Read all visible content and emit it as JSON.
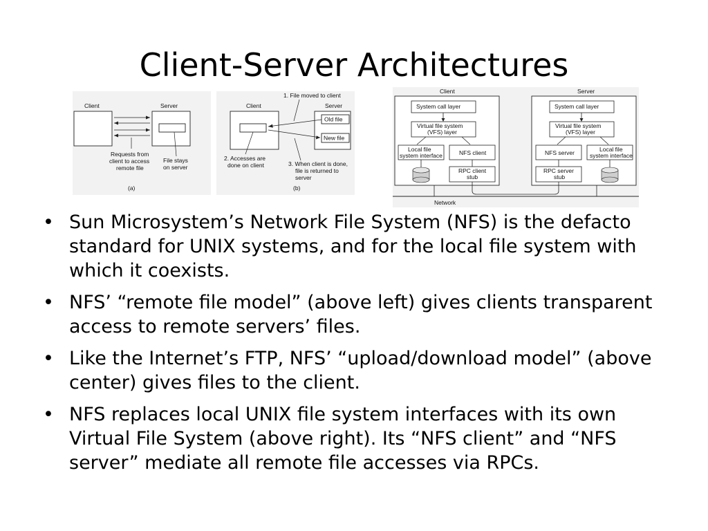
{
  "slide": {
    "title": "Client-Server Architectures",
    "bullets": [
      "Sun Microsystem’s Network File System (NFS) is the defacto standard for UNIX systems, and for the local file system with which it coexists.",
      "NFS’ “remote file model” (above left) gives clients transparent access to remote servers’ files.",
      "Like the Internet’s FTP, NFS’ “upload/download model” (above center) gives files to the client.",
      "NFS replaces local UNIX file system interfaces with its own Virtual File System (above right). Its “NFS client” and “NFS server” mediate all remote file accesses via RPCs."
    ],
    "bullet_glyph": "•"
  },
  "fig_a": {
    "client": "Client",
    "server": "Server",
    "req1": "Requests from",
    "req2": "client to access",
    "req3": "remote file",
    "stay1": "File stays",
    "stay2": "on server",
    "caption": "(a)"
  },
  "fig_b": {
    "note1": "1. File moved to client",
    "client": "Client",
    "server": "Server",
    "old": "Old file",
    "new": "New file",
    "acc1": "2. Accesses are",
    "acc2": "done on client",
    "done1": "3. When client is done,",
    "done2": "file is returned to",
    "done3": "server",
    "caption": "(b)"
  },
  "fig_c": {
    "client": "Client",
    "server": "Server",
    "syscall": "System call layer",
    "vfs1": "Virtual file system",
    "vfs2": "(VFS) layer",
    "localfs1": "Local file",
    "localfs2": "system interface",
    "nfsclient": "NFS client",
    "nfsserver": "NFS server",
    "rpcclient1": "RPC client",
    "rpcclient2": "stub",
    "rpcserver1": "RPC server",
    "rpcserver2": "stub",
    "network": "Network"
  }
}
